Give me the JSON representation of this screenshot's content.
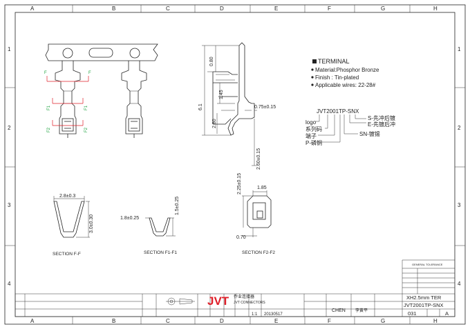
{
  "border": {
    "columns": [
      "A",
      "B",
      "C",
      "D",
      "E",
      "F",
      "G",
      "H"
    ],
    "rows": [
      "1",
      "2",
      "3",
      "4"
    ]
  },
  "terminal": {
    "title": "TERMINAL",
    "material": "Material:Phosphor Bronze",
    "finish": "Finish : Tin-plated",
    "wires": "Applicable wires: 22-28#"
  },
  "part_code": {
    "code": "JVT2001TP-SNX",
    "logo": "logo",
    "series": "系列码",
    "terminal": "端子",
    "phosphor": "P-磷铜",
    "s_label": "S-先冲后镀",
    "e_label": "E-先镀后冲",
    "sn_label": "SN-镀锡"
  },
  "dims": {
    "d080": "0.80",
    "d61": "6.1",
    "d145": "1.45",
    "d280": "2.80",
    "d075": "0.75±0.15",
    "d260": "2.60±0.15",
    "d28": "2.8±0.3",
    "d30": "3.0±0.30",
    "d18": "1.8±0.25",
    "d15": "1.5±0.25",
    "d225": "2.25±0.15",
    "d185": "1.85",
    "d070": "0.70"
  },
  "marks": {
    "f": "F",
    "f1": "F1",
    "f2": "F2"
  },
  "sections": {
    "ff": "SECTION F-F",
    "f1": "SECTION F1-F1",
    "f2": "SECTION F2-F2"
  },
  "title_block": {
    "logo": "JVT",
    "company_cn": "乔业连接器",
    "company_en": "JVT CONNECTORS",
    "drawn_by": "CHEN",
    "checked_by": "李黄平",
    "date": "20130517",
    "scale": "1:1",
    "name": "XH2.5mm TER",
    "part_no": "JVT2001TP-SNX",
    "sheet_no": "031",
    "rev": "A",
    "tolerance_title": "GENERAL TOLERANCE"
  }
}
